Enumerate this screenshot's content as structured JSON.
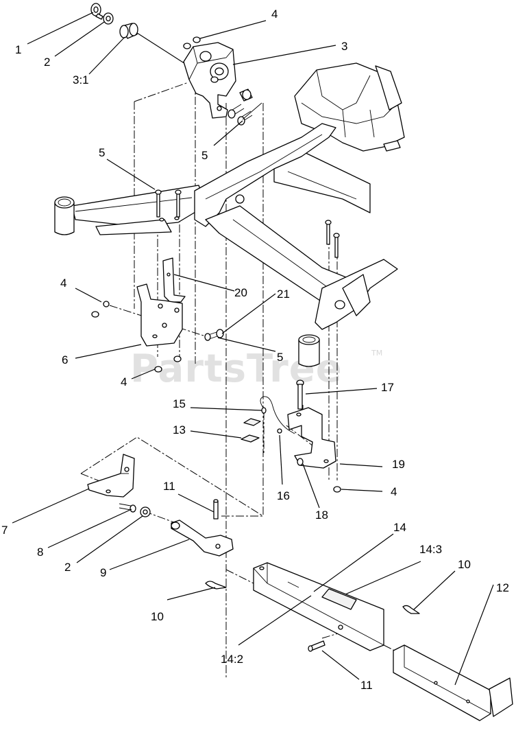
{
  "watermark": {
    "text": "PartsTree",
    "tm": "TM"
  },
  "callouts": {
    "c1": "1",
    "c2a": "2",
    "c3_1": "3:1",
    "c4a": "4",
    "c3": "3",
    "c5a": "5",
    "c5b": "5",
    "c4b": "4",
    "c20": "20",
    "c21": "21",
    "c6": "6",
    "c5c": "5",
    "c4c": "4",
    "c17": "17",
    "c15": "15",
    "c13": "13",
    "c19": "19",
    "c4d": "4",
    "c16": "16",
    "c18": "18",
    "c11a": "11",
    "c7": "7",
    "c8": "8",
    "c2b": "2",
    "c9": "9",
    "c14": "14",
    "c14_3": "14:3",
    "c10a": "10",
    "c10b": "10",
    "c12": "12",
    "c14_2": "14:2",
    "c11b": "11"
  }
}
